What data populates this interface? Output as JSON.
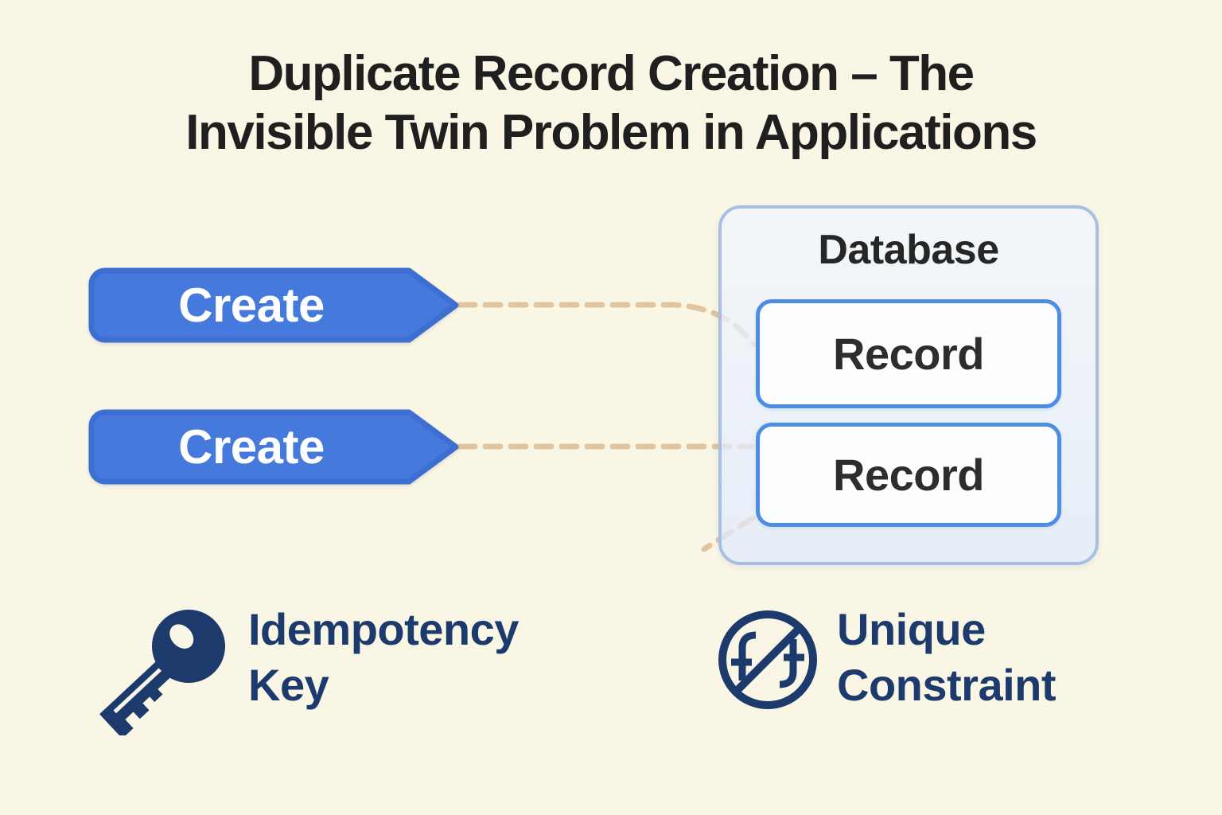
{
  "title": "Duplicate Record Creation – The\nInvisible Twin Problem in Applications",
  "arrows": [
    {
      "label": "Create"
    },
    {
      "label": "Create"
    }
  ],
  "database": {
    "title": "Database",
    "records": [
      {
        "label": "Record"
      },
      {
        "label": "Record"
      }
    ]
  },
  "legend": [
    {
      "icon": "key-icon",
      "label": "Idempotency\nKey"
    },
    {
      "icon": "no-duplicate-icon",
      "label": "Unique\nConstraint"
    }
  ],
  "colors": {
    "background": "#FAF6E6",
    "arrow_blue": "#4579DB",
    "arrow_border_blue": "#3D6FD0",
    "record_border_blue": "#4C8EE4",
    "database_border_blue": "#A8BFE5",
    "connector_tan": "#E2C49E",
    "navy": "#1C3A6B",
    "title_color": "#1F1F1F"
  }
}
